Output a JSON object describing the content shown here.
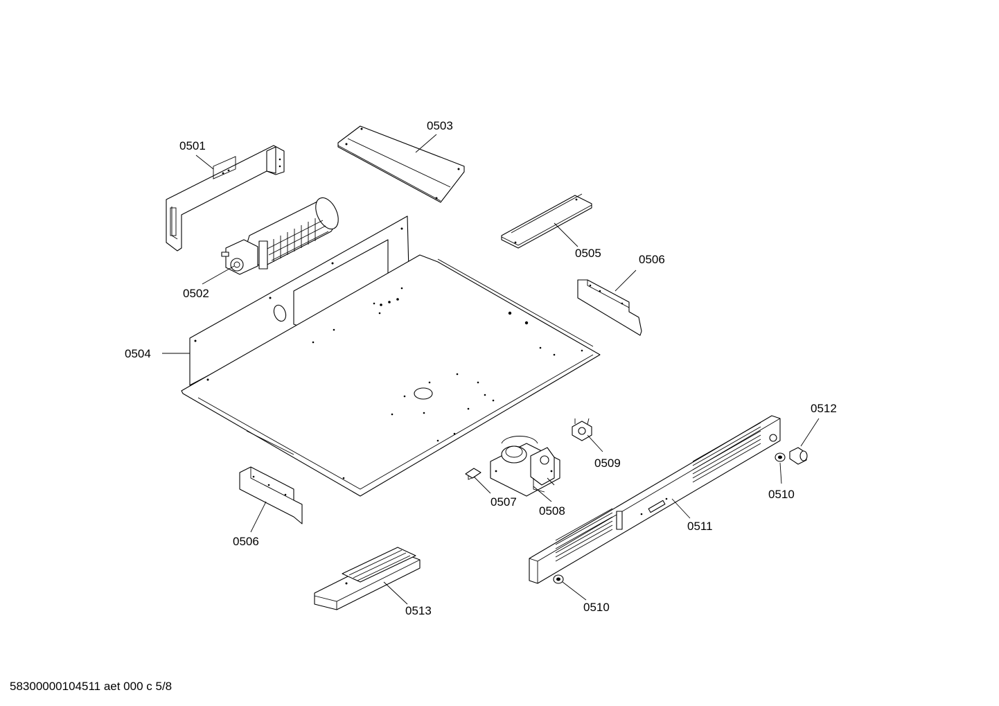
{
  "callouts": {
    "c0501": "0501",
    "c0502": "0502",
    "c0503": "0503",
    "c0504": "0504",
    "c0505": "0505",
    "c0506a": "0506",
    "c0506b": "0506",
    "c0507": "0507",
    "c0508": "0508",
    "c0509": "0509",
    "c0510a": "0510",
    "c0510b": "0510",
    "c0511": "0511",
    "c0512": "0512",
    "c0513": "0513"
  },
  "footer": {
    "code": "58300000104511 aet 000 c 5/8"
  },
  "colors": {
    "line": "#000000",
    "background": "#ffffff"
  }
}
